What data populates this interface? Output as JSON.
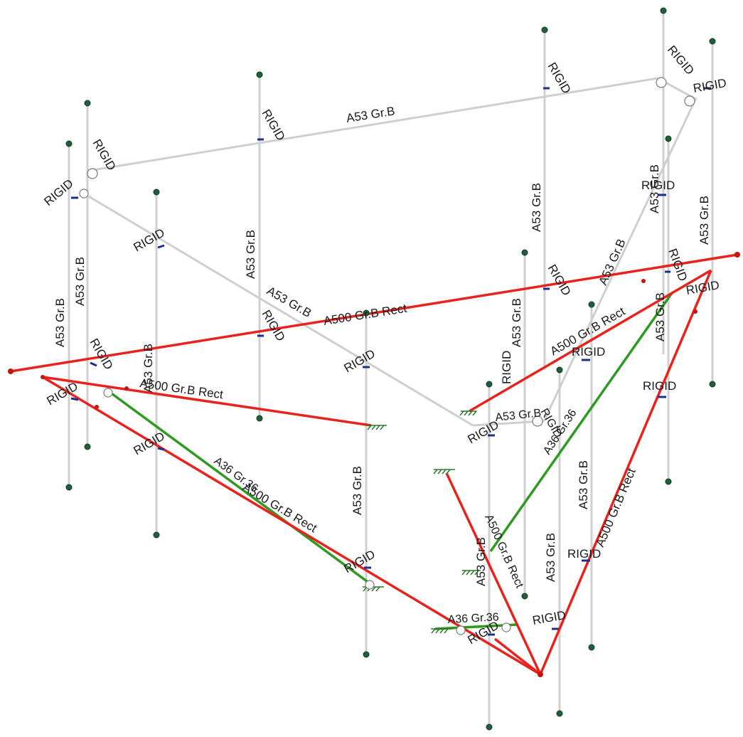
{
  "model_view": {
    "member_colors": {
      "A53_pipe": "#cfcfcf",
      "A500_tube": "#e8221c",
      "A36_angle": "#2f9a22",
      "node": "#1f5f3a",
      "support": "#2a7a2a",
      "release": "#1d2f8c"
    }
  },
  "labels": {
    "a53": "A53 Gr.B",
    "a500_rect": "A500 Gr.B Rect",
    "a36": "A36 Gr.36",
    "rigid": "RIGID",
    "l_top_pipe": "A53 Gr.B",
    "l_diag_pipe": "A53 Gr.B",
    "l_left_a500": "A500 Gr.B Rect",
    "l_left_a500_2": "A500 Gr.B Rect",
    "l_mid_a500": "A500 Gr.B Rect",
    "l_right_a500": "A500 Gr.B Rect",
    "l_right_a500_2": "A500 Gr.B Rect",
    "l_a36_left": "A36 Gr.36",
    "l_a36_right": "A36 Gr.36",
    "l_a36_bottom": "A36 Gr.36",
    "col_1": "A53 Gr.B",
    "col_2": "A53 Gr.B",
    "col_3": "A53 Gr.B",
    "col_4": "A53 Gr.B",
    "col_5": "A53 Gr.B",
    "col_6": "A53 Gr.B",
    "col_7": "A53 Gr.B",
    "col_8": "A53 Gr.B",
    "col_9": "A53 Gr.B",
    "col_10": "A53 Gr.B",
    "col_11": "A53 Gr.B",
    "col_12": "A53 Gr.B",
    "diag_right": "A53 Gr.B",
    "mid_small": "A53 Gr.B",
    "r1": "RIGID",
    "r2": "RIGID",
    "r3": "RIGID",
    "r4": "RIGID",
    "r5": "RIGID",
    "r6": "RIGID",
    "r7": "RIGID",
    "r8": "RIGID",
    "r9": "RIGID",
    "r10": "RIGID",
    "r11": "RIGID",
    "r12": "RIGID",
    "r13": "RIGID",
    "r14": "RIGID",
    "r15": "RIGID",
    "r16": "RIGID",
    "r17": "RIGID",
    "r18": "RIGID",
    "r19": "RIGID",
    "r20": "RIGID",
    "r21": "RIGID",
    "r22": "RIGID",
    "r23": "RIGID",
    "r24": "RIGID",
    "r25": "RIGID"
  }
}
